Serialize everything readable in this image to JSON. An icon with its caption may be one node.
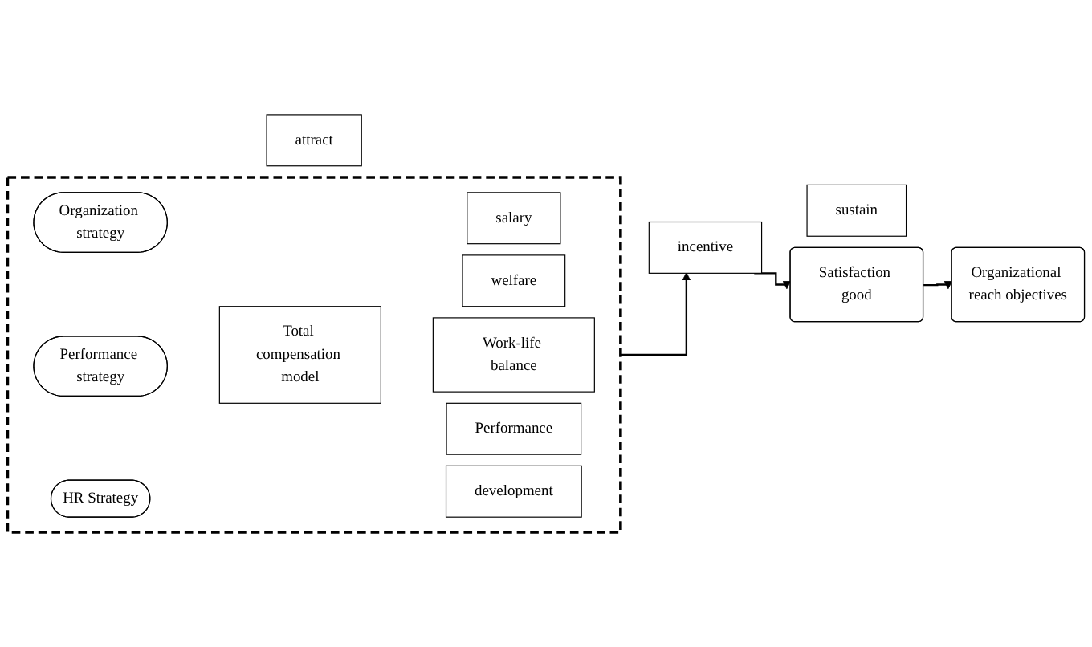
{
  "diagram": {
    "nodes": [
      {
        "text": [],
        "shape": "box"
      },
      {
        "text": [
          "Organization strategy"
        ],
        "in": 0
      },
      {
        "text": [
          "Performance strategy"
        ],
        "in": 0
      },
      {
        "text": [
          "HR Strategy"
        ],
        "in": 0
      },
      {
        "text": [
          "Total compensation model"
        ],
        "in": 0
      },
      {
        "text": [
          "salary"
        ],
        "in": 0
      },
      {
        "text": [
          "welfare"
        ],
        "in": 0
      },
      {
        "text": [
          "Work-life balance"
        ],
        "in": 0
      },
      {
        "text": [
          "Performance"
        ],
        "in": 0
      },
      {
        "text": [
          "development"
        ],
        "in": 0
      },
      {
        "text": [
          "attract"
        ]
      },
      {
        "text": [
          "incentive"
        ]
      },
      {
        "text": [
          "sustain"
        ]
      },
      {
        "text": [
          "Satisfaction good"
        ]
      },
      {
        "text": [
          "Organizational reach objectives"
        ]
      }
    ],
    "edges": [
      {
        "from": 0,
        "to": 11,
        "arrow": "to"
      },
      {
        "from": 11,
        "to": 13,
        "arrow": "to"
      },
      {
        "from": 13,
        "to": 14,
        "arrow": "to"
      }
    ]
  }
}
